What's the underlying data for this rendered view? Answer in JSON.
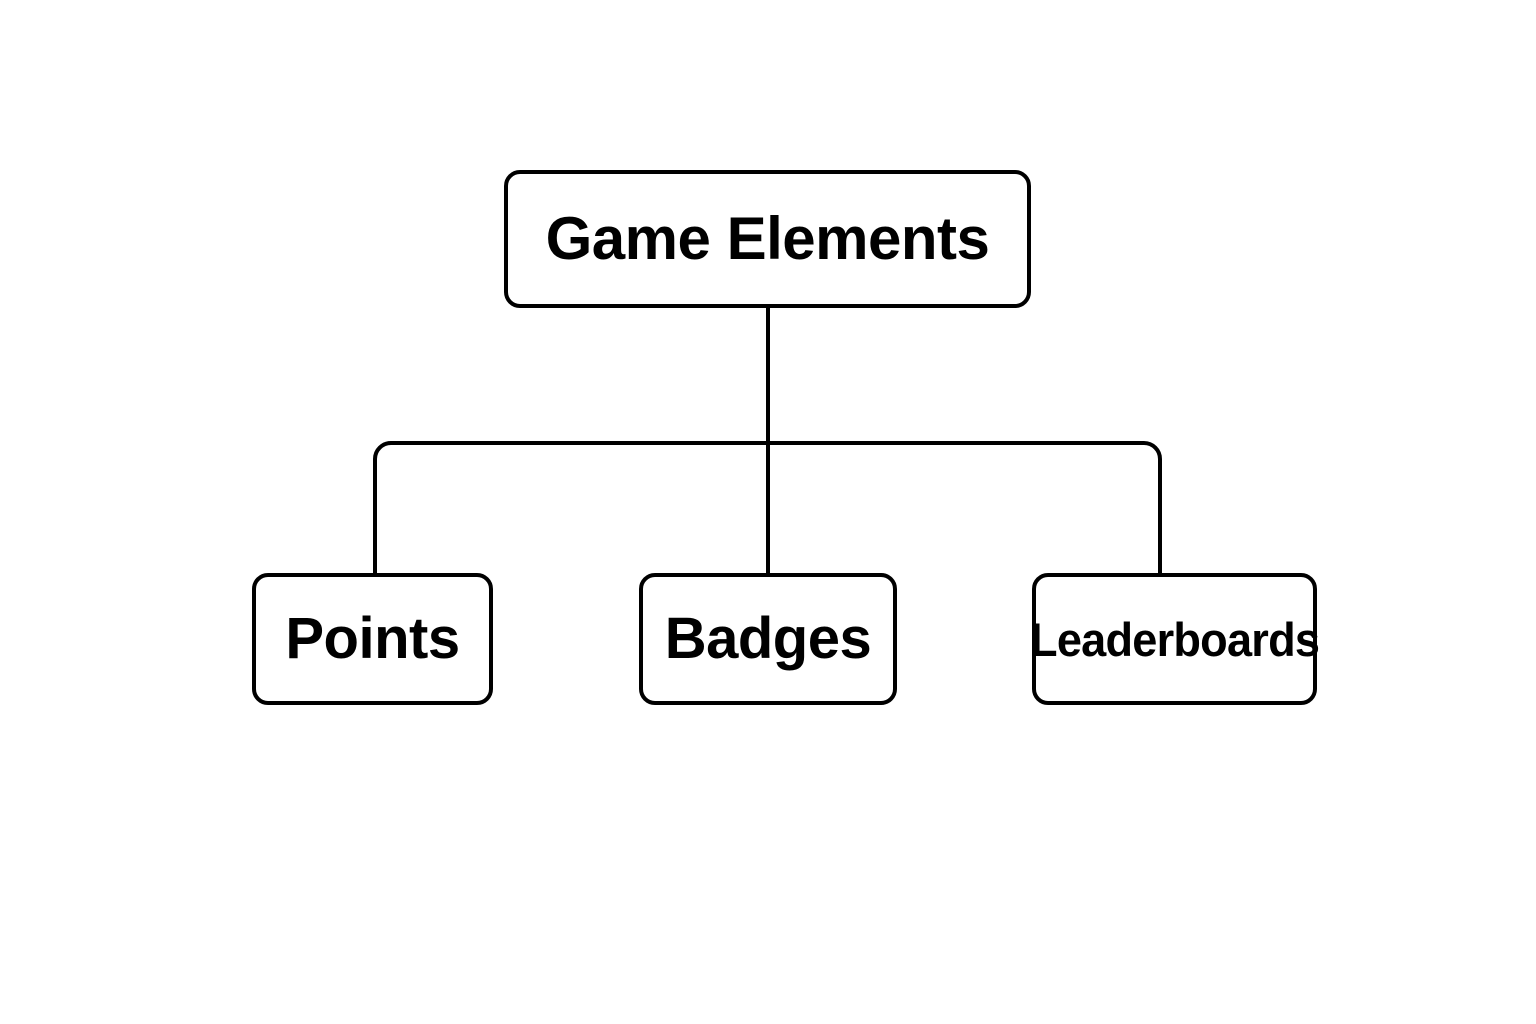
{
  "diagram": {
    "type": "tree-hierarchy",
    "orientation": "top-down",
    "background_color": "#ffffff",
    "stroke_color": "#000000",
    "stroke_width": 4,
    "corner_radius": 16,
    "root": {
      "id": "game-elements",
      "label": "Game Elements"
    },
    "children": [
      {
        "id": "points",
        "label": "Points"
      },
      {
        "id": "badges",
        "label": "Badges"
      },
      {
        "id": "leaderboards",
        "label": "Leaderboards"
      }
    ],
    "edges": [
      {
        "from": "game-elements",
        "to": "points"
      },
      {
        "from": "game-elements",
        "to": "badges"
      },
      {
        "from": "game-elements",
        "to": "leaderboards"
      }
    ]
  }
}
